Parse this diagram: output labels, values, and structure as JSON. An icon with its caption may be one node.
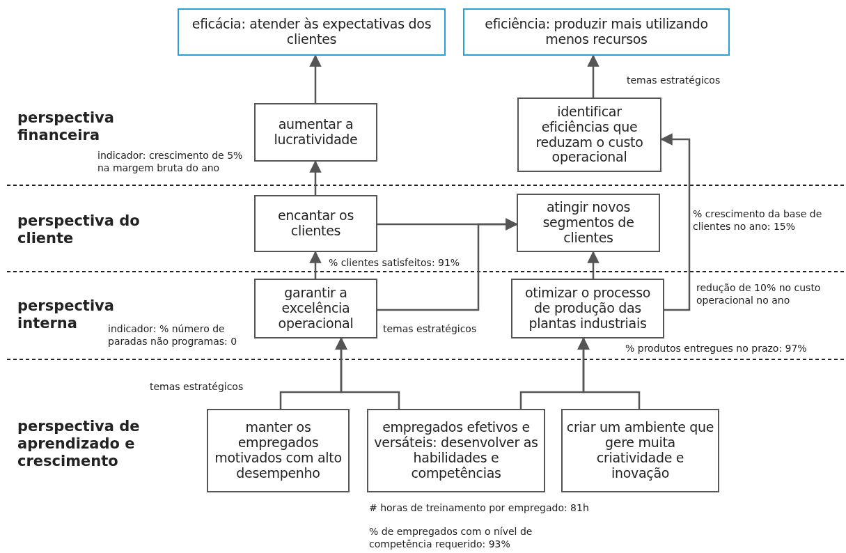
{
  "diagram": {
    "nodes": [
      {
        "text": [
          "eficácia: atender às expectativas dos clientes"
        ]
      },
      {
        "text": [
          "eficiência: produzir mais utilizando menos recursos"
        ]
      },
      {
        "text": [
          "aumentar a lucratividade"
        ]
      },
      {
        "text": [
          "identificar eficiências que reduzam o custo operacional"
        ]
      },
      {
        "text": [
          "encantar os clientes"
        ]
      },
      {
        "text": [
          "atingir novos segmentos de clientes"
        ]
      },
      {
        "text": [
          "garantir a excelência operacional"
        ]
      },
      {
        "text": [
          "otimizar o processo de produção das plantas industriais"
        ]
      },
      {
        "text": [
          "manter os empregados motivados com alto desempenho"
        ]
      },
      {
        "text": [
          "empregados efetivos e versáteis: desenvolver as habilidades e competências"
        ]
      },
      {
        "text": [
          "criar um ambiente que gere muita criatividade e inovação"
        ]
      }
    ],
    "edges": [
      {
        "from": 2,
        "to": 0,
        "arrow": "to"
      },
      {
        "from": 3,
        "to": 1,
        "arrow": "to"
      },
      {
        "from": 4,
        "to": 2,
        "arrow": "to"
      },
      {
        "from": 6,
        "to": 4,
        "arrow": "to"
      },
      {
        "from": 4,
        "to": 5,
        "arrow": "to"
      },
      {
        "from": 6,
        "to": 5,
        "arrow": "to"
      },
      {
        "from": 7,
        "to": 5,
        "arrow": "to"
      },
      {
        "from": 7,
        "to": 3,
        "arrow": "to"
      },
      {
        "from": 8,
        "to": 6,
        "arrow": "to"
      },
      {
        "from": 9,
        "to": 6,
        "arrow": "to"
      },
      {
        "from": 9,
        "to": 7,
        "arrow": "to"
      },
      {
        "from": 10,
        "to": 7,
        "arrow": "to"
      }
    ],
    "labels": [
      "temas estratégicos",
      "perspectiva financeira",
      "indicador: crescimento de 5% na margem bruta do ano",
      "perspectiva do cliente",
      "% crescimento da base de clientes no ano: 15%",
      "% clientes satisfeitos: 91%",
      "perspectiva interna",
      "redução de 10% no custo operacional no ano",
      "temas estratégicos",
      "indicador: % número de paradas não programas: 0",
      "% produtos entregues no prazo: 97%",
      "temas estratégicos",
      "perspectiva de aprendizado e crescimento",
      "# horas de treinamento por empregado: 81h",
      "% de empregados com o nível de competência requerido: 93%"
    ]
  }
}
